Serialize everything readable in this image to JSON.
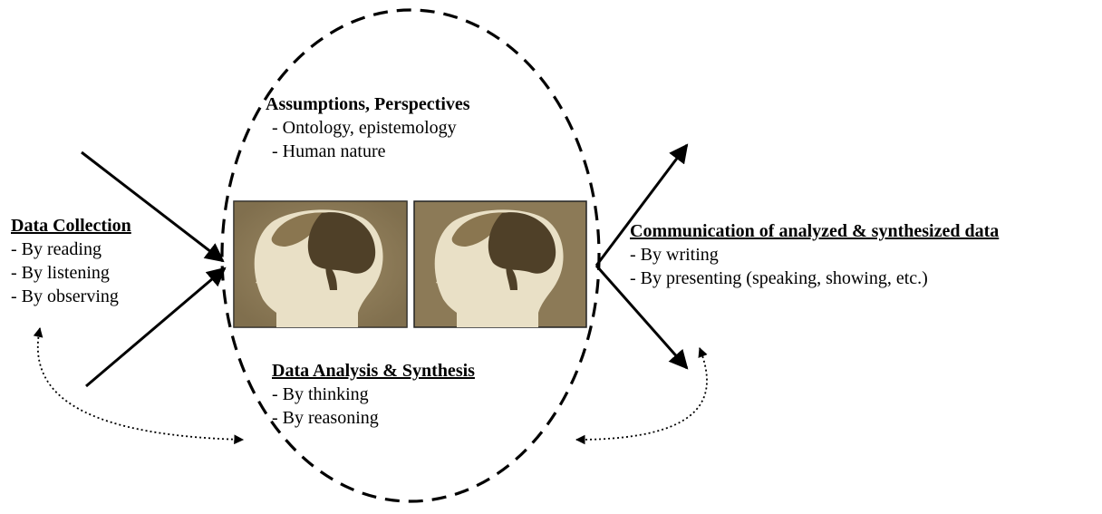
{
  "assumptions": {
    "heading": "Assumptions, Perspectives",
    "items": [
      "- Ontology, epistemology",
      "- Human nature"
    ]
  },
  "collection": {
    "heading": "Data Collection",
    "items": [
      "- By reading",
      "- By listening",
      "- By observing"
    ]
  },
  "communication": {
    "heading": "Communication of analyzed & synthesized data",
    "items": [
      "- By writing",
      "- By presenting (speaking, showing, etc.)"
    ]
  },
  "analysis": {
    "heading": "Data Analysis & Synthesis",
    "items": [
      "- By thinking",
      "- By reasoning"
    ]
  },
  "images": {
    "left": "head-brain-image",
    "right": "head-brain-image"
  },
  "colors": {
    "background_sepia": "#8c7a57",
    "brain_dark": "#4f4028",
    "brain_light": "#8a7650",
    "head": "#e9e0c6"
  }
}
